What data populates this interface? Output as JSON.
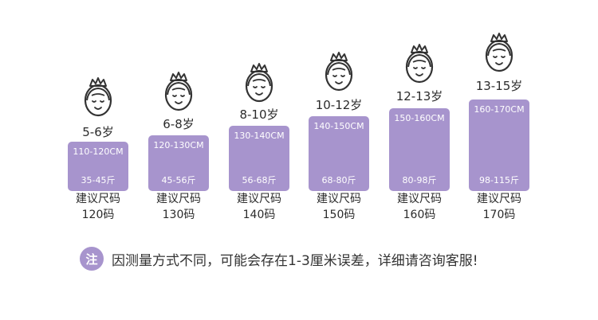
{
  "sizes": [
    {
      "age": "5-6岁",
      "height": "110-120CM",
      "weight": "35-45斤",
      "rec_label": "建议尺码",
      "rec_size": "120码"
    },
    {
      "age": "6-8岁",
      "height": "120-130CM",
      "weight": "45-56斤",
      "rec_label": "建议尺码",
      "rec_size": "130码"
    },
    {
      "age": "8-10岁",
      "height": "130-140CM",
      "weight": "56-68斤",
      "rec_label": "建议尺码",
      "rec_size": "140码"
    },
    {
      "age": "10-12岁",
      "height": "140-150CM",
      "weight": "68-80斤",
      "rec_label": "建议尺码",
      "rec_size": "150码"
    },
    {
      "age": "12-13岁",
      "height": "150-160CM",
      "weight": "80-98斤",
      "rec_label": "建议尺码",
      "rec_size": "160码"
    },
    {
      "age": "13-15岁",
      "height": "160-170CM",
      "weight": "98-115斤",
      "rec_label": "建议尺码",
      "rec_size": "170码"
    }
  ],
  "note": {
    "badge": "注",
    "text": "因测量方式不同，可能会存在1-3厘米误差，详细请咨询客服!"
  },
  "colors": {
    "accent": "#a794cd",
    "text": "#2b2b2b"
  },
  "icons": {
    "child": "girl-face-icon"
  }
}
